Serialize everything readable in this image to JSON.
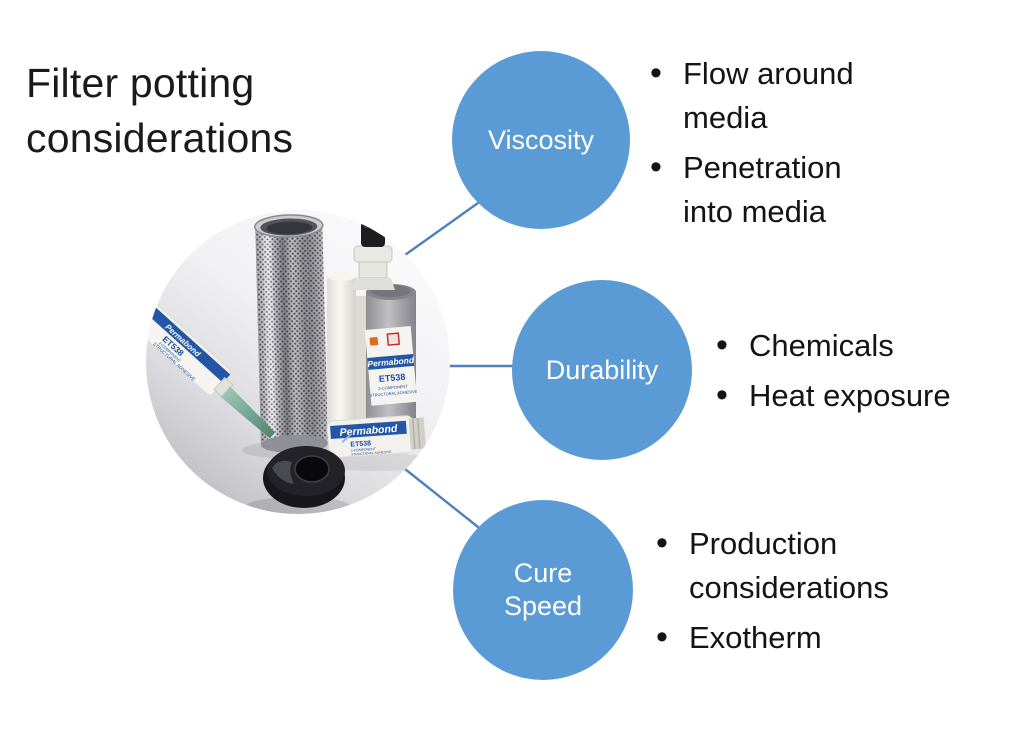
{
  "slide": {
    "title_line1": "Filter potting",
    "title_line2": "considerations"
  },
  "topics": [
    {
      "label": "Viscosity",
      "bullets": [
        "Flow around media",
        "Penetration into media"
      ]
    },
    {
      "label": "Durability",
      "bullets": [
        "Chemicals",
        "Heat exposure"
      ]
    },
    {
      "label": "Cure Speed",
      "bullets": [
        "Production considerations",
        "Exotherm"
      ]
    }
  ],
  "photo": {
    "alt": "Permabond ET538 two-component structural adhesive cartridges with perforated filter tube and black rubber seal",
    "brand": "Permabond",
    "product": "ET538",
    "subtitle_line1": "2-COMPONENT",
    "subtitle_line2": "STRUCTURAL ADHESIVE"
  },
  "colors": {
    "topic_circle": "#5b9bd5",
    "connector": "#4f81bd",
    "title_text": "#1a1a1a",
    "body_text": "#141414",
    "label_blue": "#2356a5"
  }
}
